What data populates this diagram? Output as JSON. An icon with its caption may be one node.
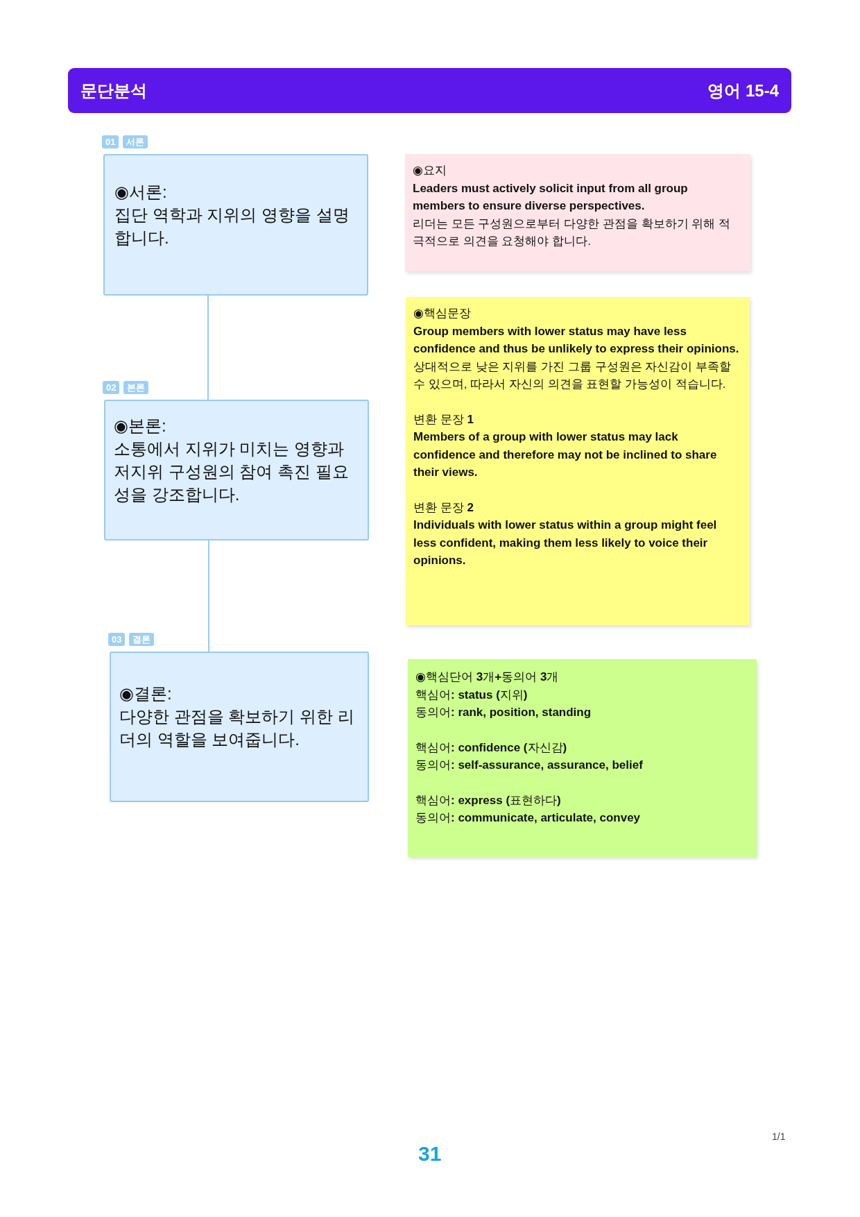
{
  "diagram": {
    "title": "문단분석",
    "nodes": [
      {
        "text": [
          "◉서론:",
          "집단 역학과 지위의 영향을 설명합니다."
        ],
        "beside": [
          "01",
          "서론"
        ]
      },
      {
        "text": [
          "◉본론:",
          "소통에서 지위가 미치는 영향과 저지위 구성원의 참여 촉진 필요성을 강조합니다."
        ],
        "beside": [
          "02",
          "본론"
        ]
      },
      {
        "text": [
          "◉결론:",
          "다양한 관점을 확보하기 위한 리더의 역할을 보여줍니다."
        ],
        "beside": [
          "03",
          "결론"
        ]
      },
      {
        "text": [
          "◉요지",
          "Leaders must actively solicit input from all group members to ensure diverse perspectives.",
          "리더는 모든 구성원으로부터 다양한 관점을 확보하기 위해 적극적으로 의견을 요청해야 합니다."
        ]
      },
      {
        "text": [
          "◉핵심문장",
          "Group members with lower status may have less confidence and thus be unlikely to express their opinions.",
          "상대적으로 낮은 지위를 가진 그룹 구성원은 자신감이 부족할 수 있으며, 따라서 자신의 의견을 표현할 가능성이 적습니다.",
          "변환 문장 **1**",
          "Members of a group with lower status may lack confidence and therefore may not be inclined to share their views.",
          "변환 문장 **2**",
          "Individuals with lower status within a group might feel less confident, making them less likely to voice their opinions."
        ]
      },
      {
        "text": [
          "◉핵심단어 **3**개**+**동의어 **3**개",
          "핵심어**: status (**지위**)**",
          "동의어**: rank, position, standing**",
          "핵심어**: confidence (**자신감**)**",
          "동의어**: self-assurance, assurance, belief**",
          "핵심어**: express (**표현하다**)**",
          "동의어**: communicate, articulate, convey**"
        ]
      }
    ],
    "edges": [
      {
        "from": 0,
        "to": 1,
        "arrow": "none"
      },
      {
        "from": 1,
        "to": 2,
        "arrow": "none"
      }
    ],
    "labels": [
      "영어 15-4",
      "1/1",
      "31"
    ]
  }
}
